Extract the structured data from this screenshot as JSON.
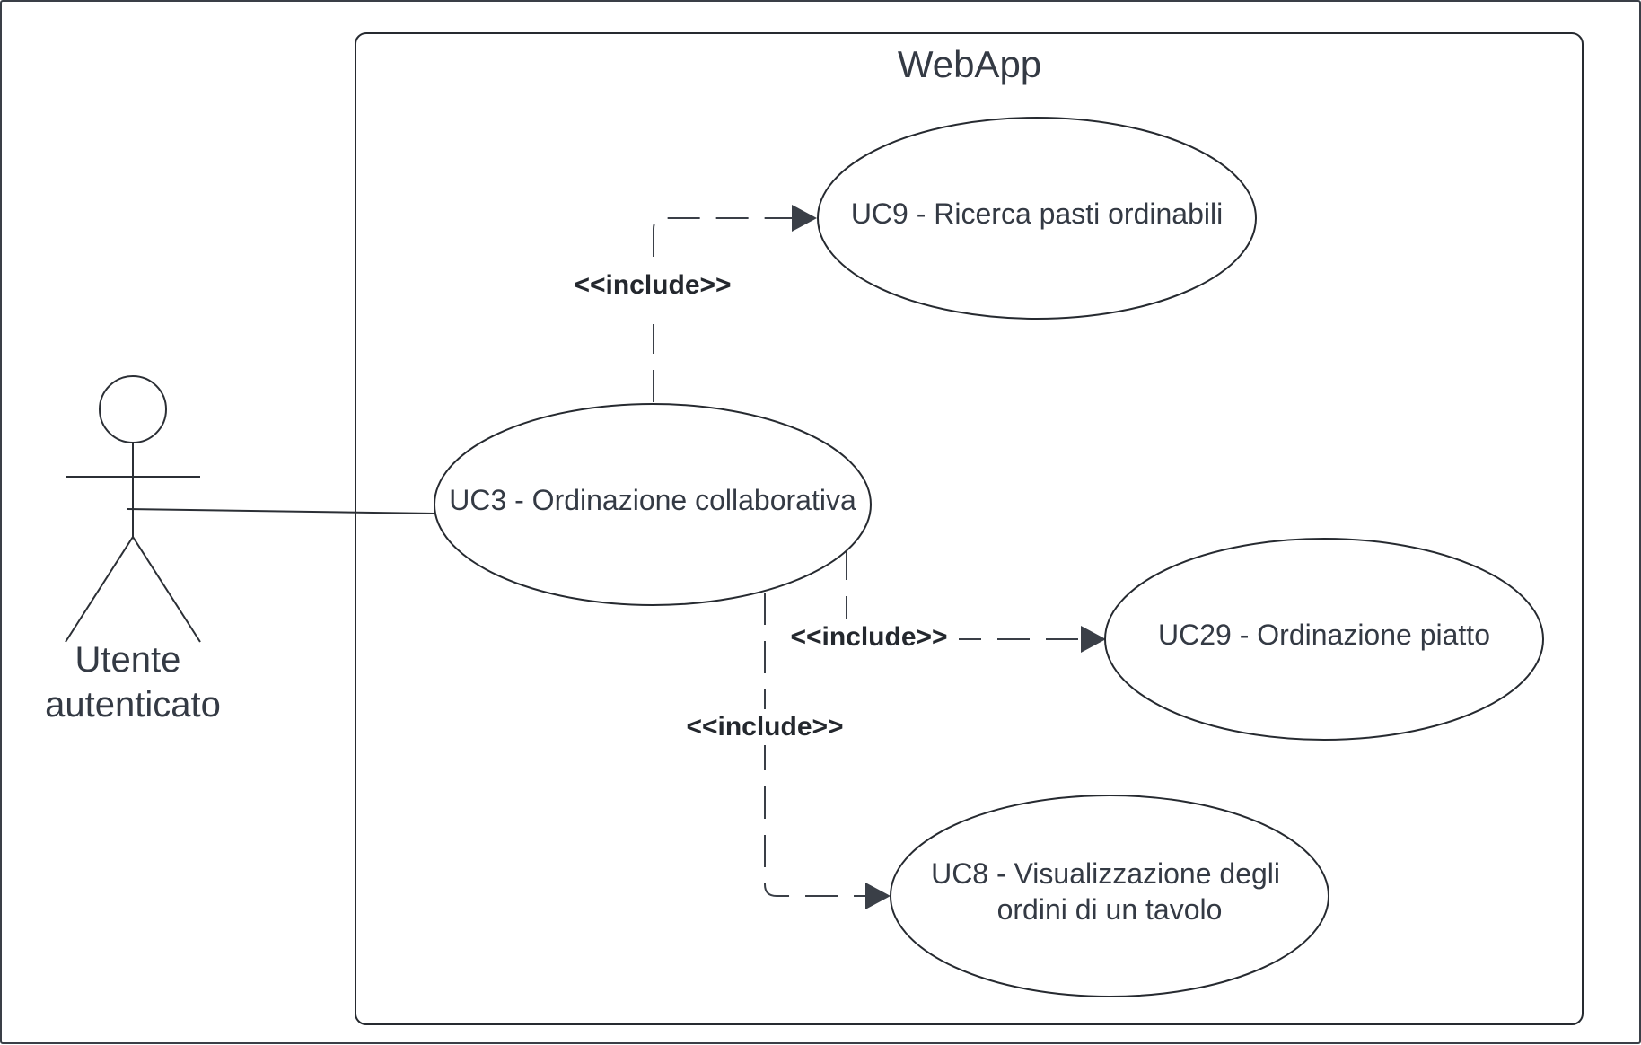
{
  "system": {
    "title": "WebApp"
  },
  "actor": {
    "line1": "Utente",
    "line2": "autenticato"
  },
  "use_cases": {
    "uc3": {
      "line1": "UC3 - Ordinazione collaborativa"
    },
    "uc9": {
      "line1": "UC9 - Ricerca pasti ordinabili"
    },
    "uc29": {
      "line1": "UC29 - Ordinazione piatto"
    },
    "uc8": {
      "line1": "UC8 - Visualizzazione degli",
      "line2": "ordini di un tavolo"
    }
  },
  "relations": {
    "include_uc9": "<<include>>",
    "include_uc29": "<<include>>",
    "include_uc8": "<<include>>"
  },
  "colors": {
    "stroke": "#262a30",
    "text": "#343a44",
    "arrow": "#3a3f47"
  }
}
